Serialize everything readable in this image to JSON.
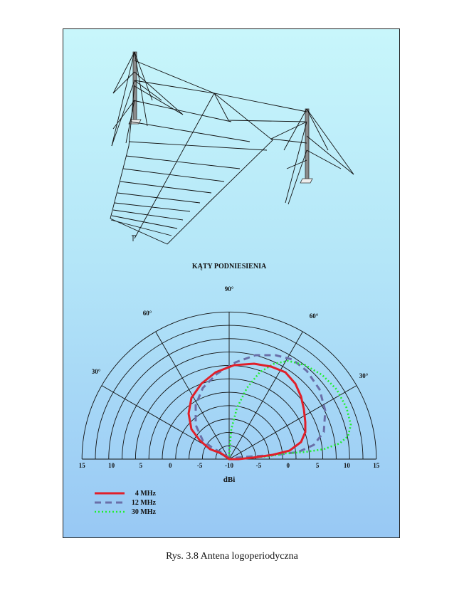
{
  "figure": {
    "section_title": "KĄTY PODNIESIENIA",
    "angle_labels": {
      "top": "90°",
      "left_60": "60°",
      "right_60": "60°",
      "left_30": "30°",
      "right_30": "30°"
    },
    "dbi_scale": [
      "15",
      "10",
      "5",
      "0",
      "-5",
      "-10",
      "-5",
      "0",
      "5",
      "10",
      "15"
    ],
    "unit_label": "dBi",
    "legend": [
      {
        "label": "4 MHz",
        "color": "#e0202a",
        "style": "solid"
      },
      {
        "label": "12 MHz",
        "color": "#6a6fa8",
        "style": "dashed"
      },
      {
        "label": "30 MHz",
        "color": "#22ee33",
        "style": "dotted"
      }
    ],
    "colors": {
      "background_top": "#c8f6fb",
      "background_bottom": "#98c8f4",
      "grid": "#111111",
      "mast": "#888888"
    }
  },
  "caption": "Rys. 3.8  Antena logoperiodyczna"
}
